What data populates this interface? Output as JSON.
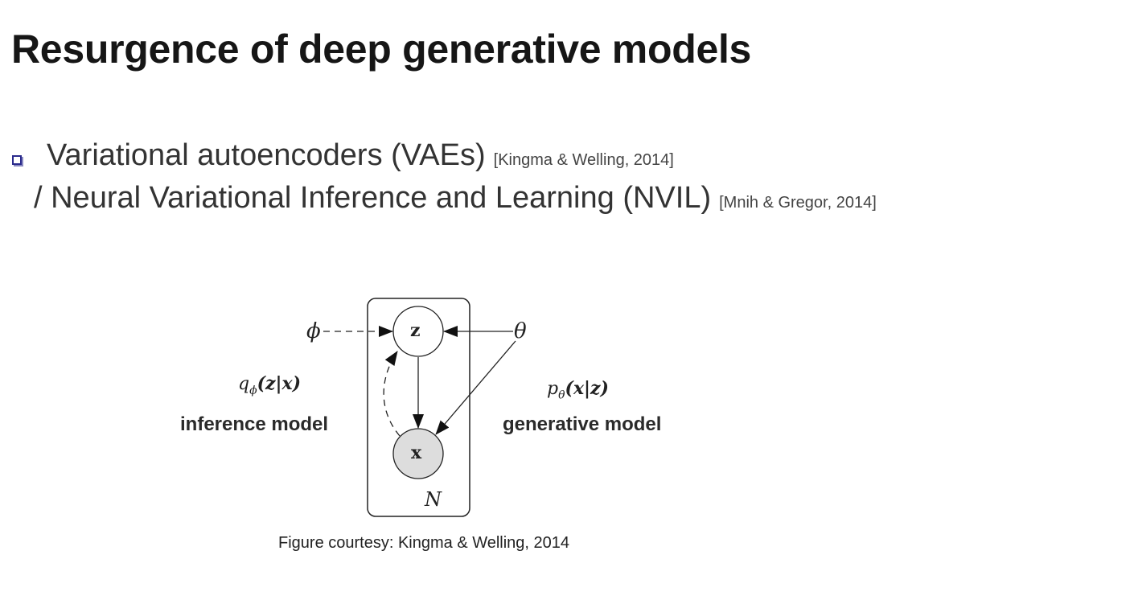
{
  "slide": {
    "title": "Resurgence of deep generative models",
    "bullets": [
      {
        "icon": "square-bullet-icon",
        "text": "Variational autoencoders (VAEs)",
        "citation": "[Kingma & Welling, 2014]"
      },
      {
        "text": "/ Neural Variational Inference and Learning (NVIL)",
        "citation": "[Mnih & Gregor, 2014]"
      }
    ],
    "figure": {
      "nodes": {
        "latent": "z",
        "observed": "x",
        "plate": "N",
        "phi": "ϕ",
        "theta": "θ"
      },
      "inference": {
        "formula_q": "q",
        "formula_sub": "ϕ",
        "formula_args": "(z|x)",
        "label": "inference model"
      },
      "generative": {
        "formula_p": "p",
        "formula_sub": "θ",
        "formula_args": "(x|z)",
        "label": "generative model"
      },
      "caption": "Figure courtesy: Kingma & Welling, 2014"
    }
  }
}
